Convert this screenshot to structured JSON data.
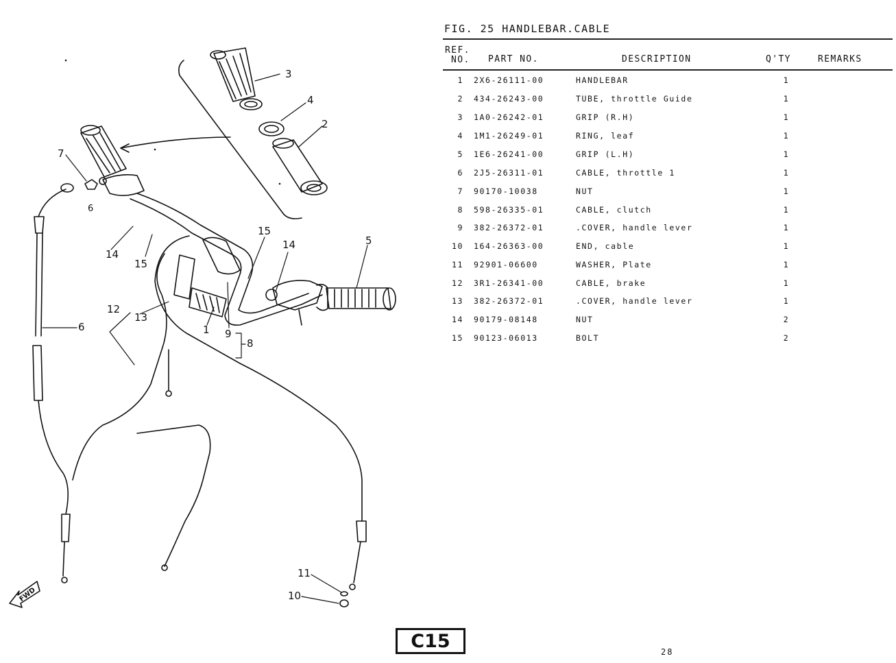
{
  "figure": {
    "title": "FIG. 25  HANDLEBAR.CABLE"
  },
  "table": {
    "headers": {
      "ref_line1": "REF.",
      "ref_line2": "NO.",
      "part_no": "PART NO.",
      "description": "DESCRIPTION",
      "qty": "Q'TY",
      "remarks": "REMARKS"
    },
    "rows": [
      {
        "ref": "1",
        "part": "2X6-26111-00",
        "desc": "HANDLEBAR",
        "qty": "1",
        "remarks": ""
      },
      {
        "ref": "2",
        "part": "434-26243-00",
        "desc": "TUBE, throttle Guide",
        "qty": "1",
        "remarks": ""
      },
      {
        "ref": "3",
        "part": "1A0-26242-01",
        "desc": "GRIP (R.H)",
        "qty": "1",
        "remarks": ""
      },
      {
        "ref": "4",
        "part": "1M1-26249-01",
        "desc": "RING, leaf",
        "qty": "1",
        "remarks": ""
      },
      {
        "ref": "5",
        "part": "1E6-26241-00",
        "desc": "GRIP (L.H)",
        "qty": "1",
        "remarks": ""
      },
      {
        "ref": "6",
        "part": "2J5-26311-01",
        "desc": "CABLE, throttle 1",
        "qty": "1",
        "remarks": ""
      },
      {
        "ref": "7",
        "part": "90170-10038",
        "desc": "NUT",
        "qty": "1",
        "remarks": ""
      },
      {
        "ref": "8",
        "part": "598-26335-01",
        "desc": "CABLE, clutch",
        "qty": "1",
        "remarks": ""
      },
      {
        "ref": "9",
        "part": "382-26372-01",
        "desc": ".COVER, handle lever",
        "qty": "1",
        "remarks": ""
      },
      {
        "ref": "10",
        "part": "164-26363-00",
        "desc": "END, cable",
        "qty": "1",
        "remarks": ""
      },
      {
        "ref": "11",
        "part": "92901-06600",
        "desc": "WASHER, Plate",
        "qty": "1",
        "remarks": ""
      },
      {
        "ref": "12",
        "part": "3R1-26341-00",
        "desc": "CABLE, brake",
        "qty": "1",
        "remarks": ""
      },
      {
        "ref": "13",
        "part": "382-26372-01",
        "desc": ".COVER, handle lever",
        "qty": "1",
        "remarks": ""
      },
      {
        "ref": "14",
        "part": "90179-08148",
        "desc": "NUT",
        "qty": "2",
        "remarks": ""
      },
      {
        "ref": "15",
        "part": "90123-06013",
        "desc": "BOLT",
        "qty": "2",
        "remarks": ""
      }
    ]
  },
  "diagram": {
    "callouts": {
      "c1": "1",
      "c2": "2",
      "c3": "3",
      "c4": "4",
      "c5": "5",
      "c6": "6",
      "c7": "7",
      "c8": "8",
      "c9": "9",
      "c10": "10",
      "c11": "11",
      "c12": "12",
      "c13": "13",
      "c14a": "14",
      "c14b": "14",
      "c15a": "15",
      "c15b": "15"
    },
    "fwd_mark": "FWD"
  },
  "footer": {
    "section_code": "C15",
    "page_number": "28"
  }
}
